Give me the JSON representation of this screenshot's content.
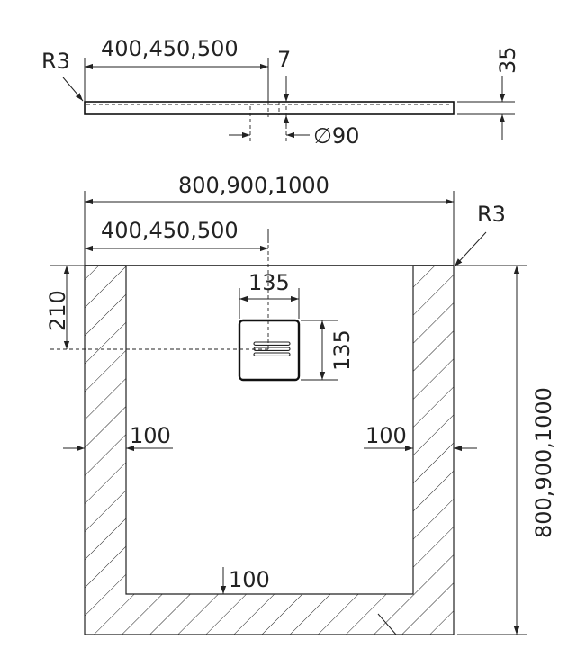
{
  "colors": {
    "line": "#222222",
    "background": "#ffffff"
  },
  "side_view": {
    "radius_label": "R3",
    "half_width_label": "400,450,500",
    "offset_label": "7",
    "height_label": "35",
    "drain_diameter_label": "∅90"
  },
  "plan_view": {
    "total_width_label": "800,900,1000",
    "half_width_label": "400,450,500",
    "radius_label": "R3",
    "drain_offset_label": "210",
    "grate_width_label": "135",
    "grate_height_label": "135",
    "left_border_label": "100",
    "right_border_label": "100",
    "bottom_border_label": "100",
    "total_depth_label": "800,900,1000"
  }
}
